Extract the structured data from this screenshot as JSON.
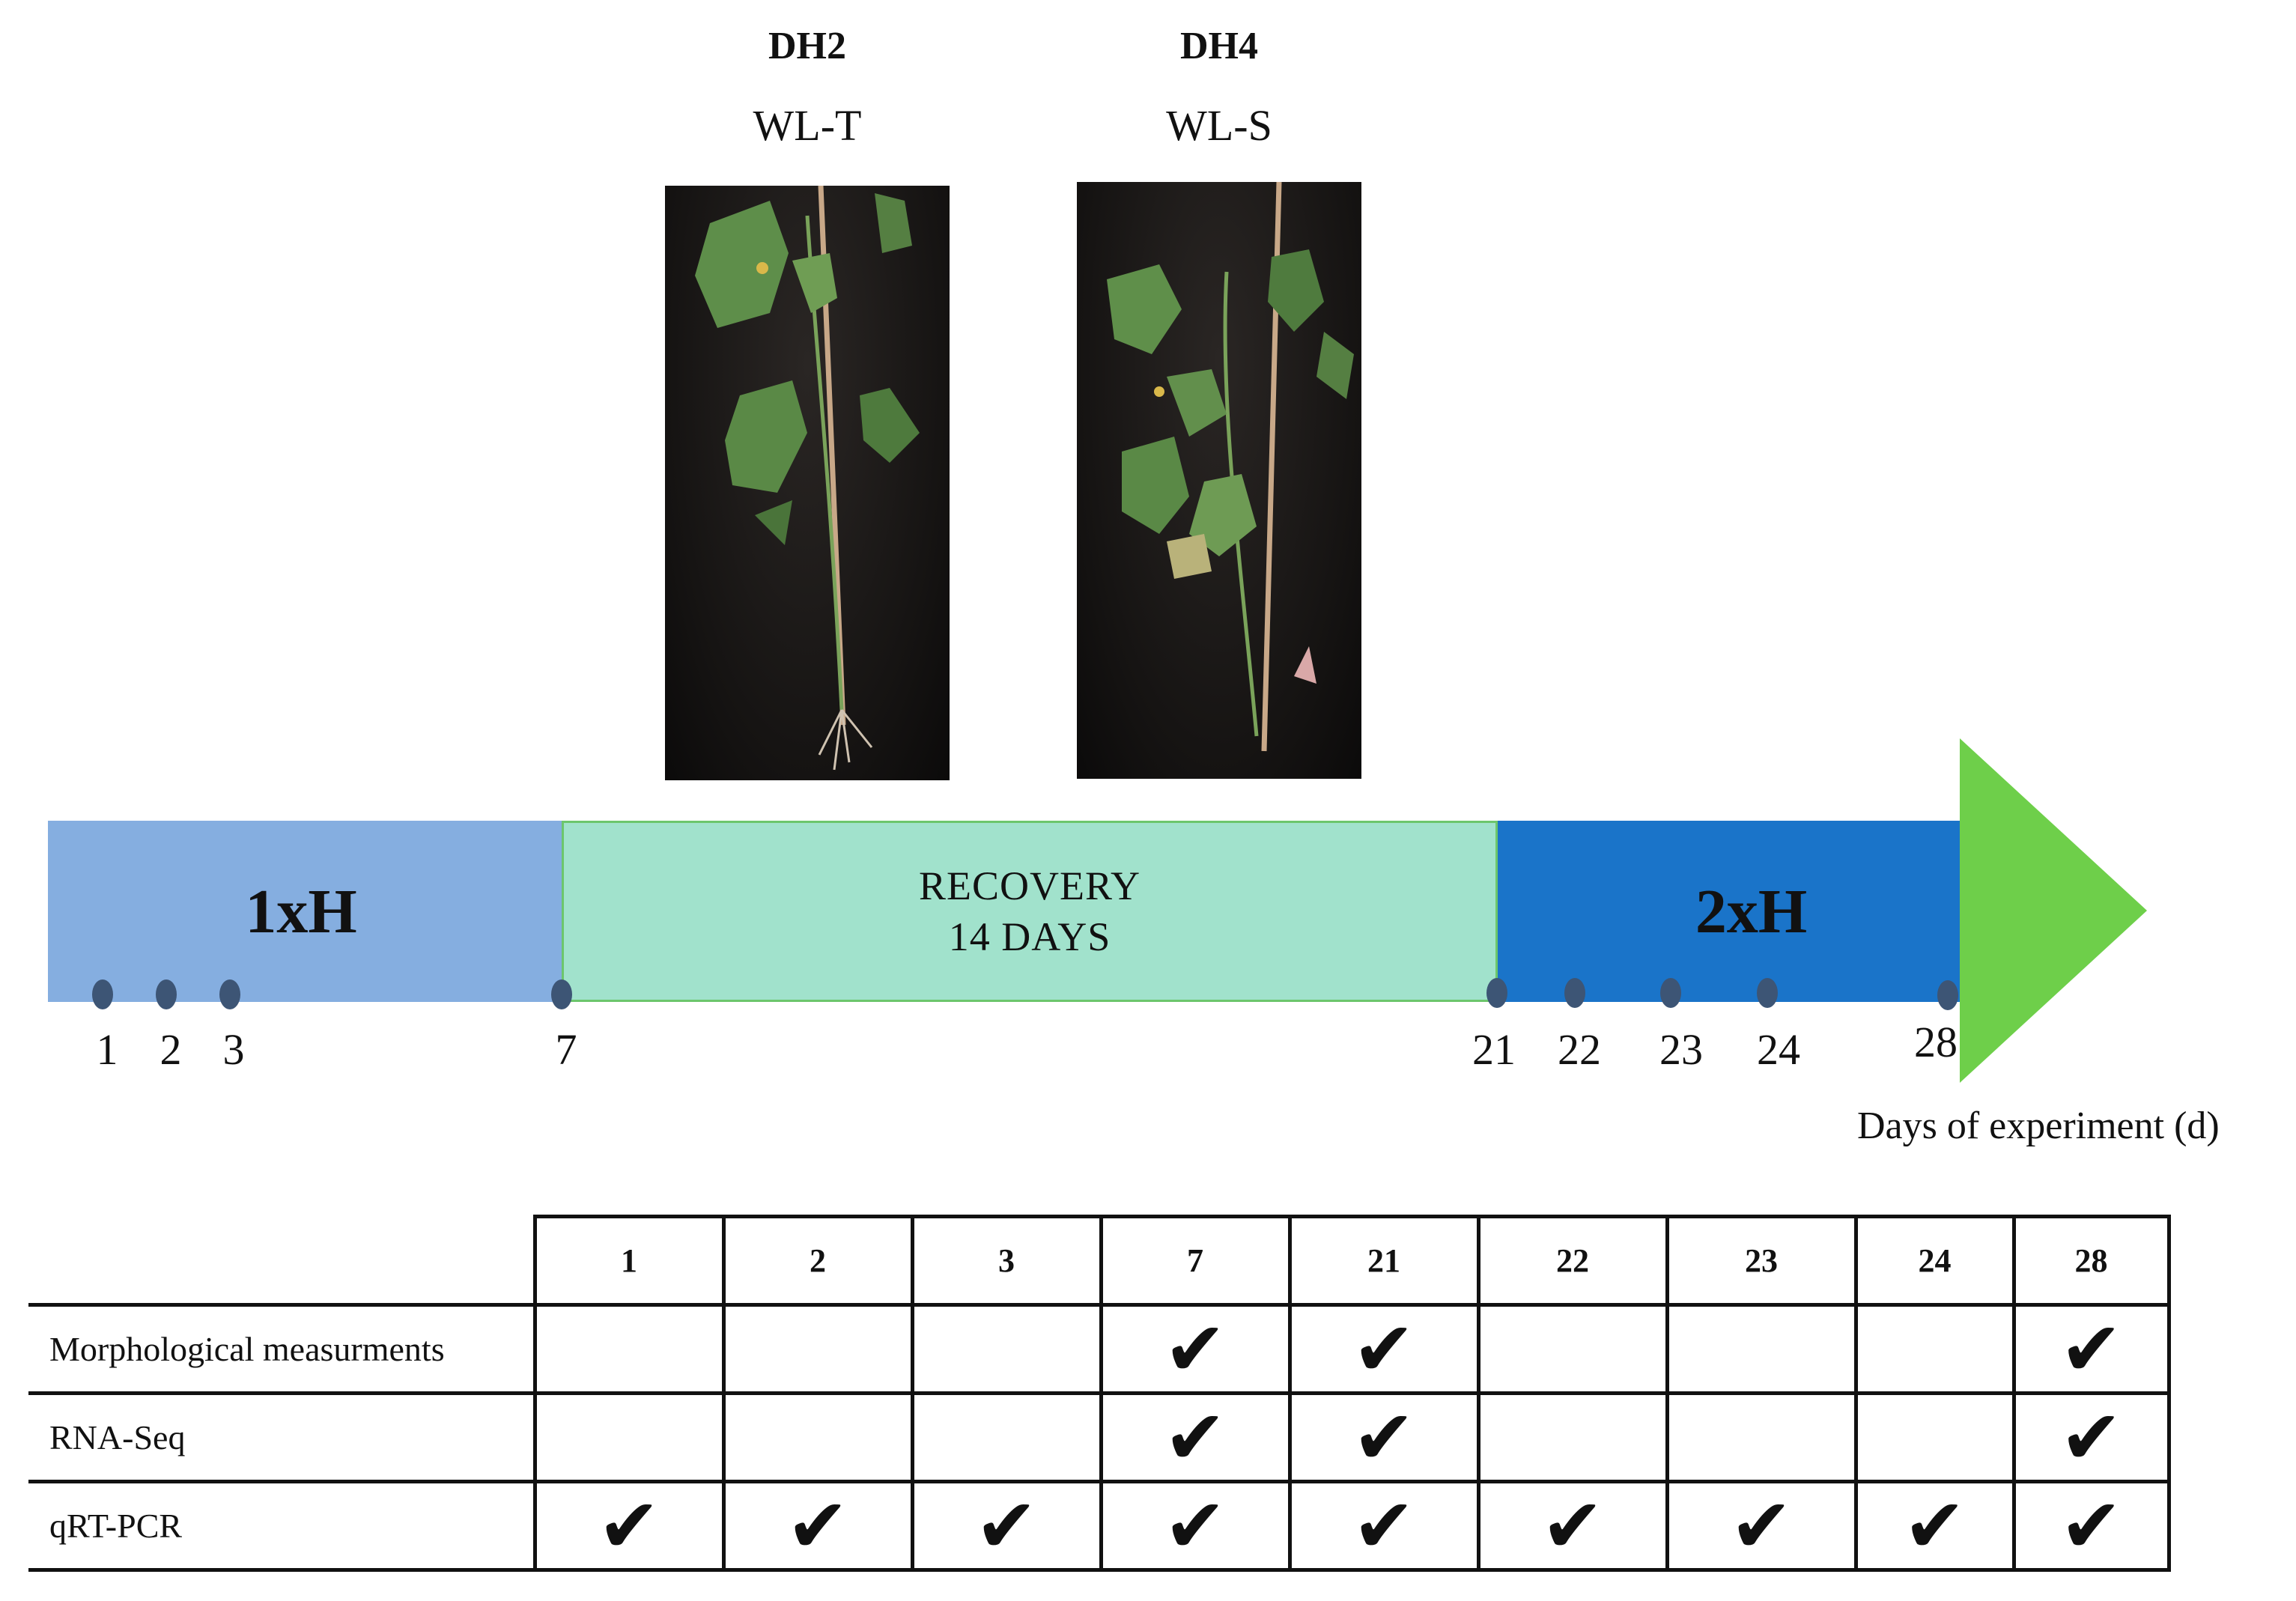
{
  "genotypes": [
    {
      "title": "DH2",
      "label": "WL-T"
    },
    {
      "title": "DH4",
      "label": "WL-S"
    }
  ],
  "phases": {
    "first": "1xH",
    "recovery_line1": "RECOVERY",
    "recovery_line2": "14 DAYS",
    "second": "2xH"
  },
  "timeline_days": [
    "1",
    "2",
    "3",
    "7",
    "21",
    "22",
    "23",
    "24",
    "28"
  ],
  "axis_label": "Days of experiment (d)",
  "schedule": {
    "days": [
      "1",
      "2",
      "3",
      "7",
      "21",
      "22",
      "23",
      "24",
      "28"
    ],
    "rows": [
      {
        "label": "Morphological measurments",
        "checks": [
          false,
          false,
          false,
          true,
          true,
          false,
          false,
          false,
          true
        ]
      },
      {
        "label": "RNA-Seq",
        "checks": [
          false,
          false,
          false,
          true,
          true,
          false,
          false,
          false,
          true
        ]
      },
      {
        "label": "qRT-PCR",
        "checks": [
          true,
          true,
          true,
          true,
          true,
          true,
          true,
          true,
          true
        ]
      }
    ]
  },
  "colors": {
    "phase_1xH": "#85aee0",
    "phase_recovery": "#a1e2cc",
    "phase_2xH": "#1a74c9",
    "arrow": "#6ecf4a"
  },
  "icons": {
    "check": "check-mark-icon",
    "plant": "plant-photo"
  }
}
